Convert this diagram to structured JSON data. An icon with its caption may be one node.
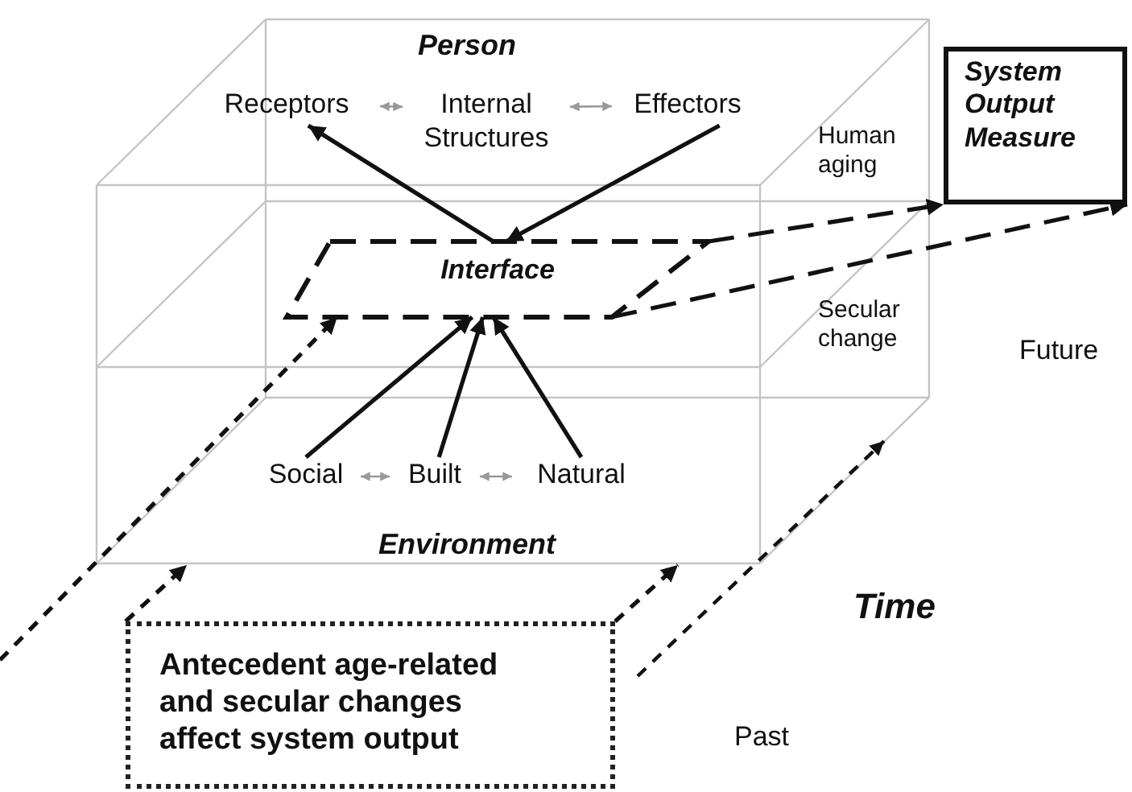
{
  "diagram": {
    "nodes": [
      {
        "text": [
          "Receptors"
        ]
      },
      {
        "text": [
          "Internal Structures"
        ]
      },
      {
        "text": [
          "Effectors"
        ]
      },
      {
        "text": [
          "Interface"
        ]
      },
      {
        "text": [
          "System Output Measure"
        ]
      },
      {
        "text": [
          "Social"
        ]
      },
      {
        "text": [
          "Built"
        ]
      },
      {
        "text": [
          "Natural"
        ]
      },
      {
        "text": [
          "Antecedent age-related and secular changes affect system output"
        ]
      }
    ],
    "edges": [
      {
        "from": 3,
        "to": 0,
        "arrow": "to"
      },
      {
        "from": 2,
        "to": 3,
        "arrow": "to"
      },
      {
        "from": 0,
        "to": 1,
        "arrow": "both",
        "color": "#999999"
      },
      {
        "from": 1,
        "to": 2,
        "arrow": "both",
        "color": "#999999"
      },
      {
        "from": 5,
        "to": 3,
        "arrow": "to"
      },
      {
        "from": 6,
        "to": 3,
        "arrow": "to"
      },
      {
        "from": 7,
        "to": 3,
        "arrow": "to"
      },
      {
        "from": 5,
        "to": 6,
        "arrow": "both",
        "color": "#999999"
      },
      {
        "from": 6,
        "to": 7,
        "arrow": "both",
        "color": "#999999"
      },
      {
        "from": 3,
        "to": 4,
        "arrow": "to",
        "style": "dashed"
      },
      {
        "from": 3,
        "to": 4,
        "arrow": "to",
        "style": "dashed"
      },
      {
        "from": null,
        "to": 3,
        "arrow": "to",
        "style": "dashed"
      },
      {
        "from": 8,
        "to": null,
        "arrow": "to",
        "style": "dashed"
      },
      {
        "from": 8,
        "to": null,
        "arrow": "to",
        "style": "dashed"
      }
    ],
    "labels": [
      "Person",
      "Human aging",
      "Secular change",
      "Future",
      "Environment",
      "Time",
      "Past"
    ]
  }
}
